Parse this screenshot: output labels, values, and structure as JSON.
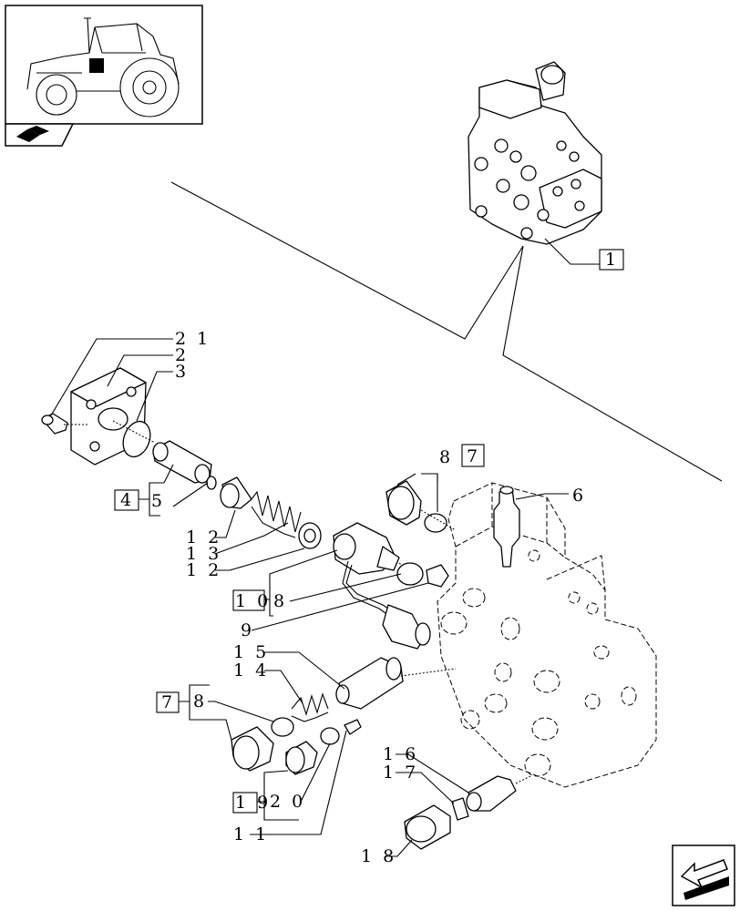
{
  "callouts": {
    "c1": "1",
    "c21": "2 1",
    "c2": "2",
    "c3": "3",
    "c4": "4",
    "c5": "5",
    "c12a": "1 2",
    "c13": "1 3",
    "c12b": "1 2",
    "c8top": "8",
    "c7top": "7",
    "c6": "6",
    "c10": "1 0",
    "c8mid": "8",
    "c9": "9",
    "c15": "1 5",
    "c14": "1 4",
    "c7bot": "7",
    "c8bot": "8",
    "c19": "1 9",
    "c20": "2 0",
    "c11": "1 1",
    "c16": "1 6",
    "c17": "1 7",
    "c18": "1 8"
  },
  "icons": {
    "thumbnail": "tractor-thumbnail-icon",
    "navigation": "next-page-arrow-icon",
    "book": "book-icon"
  }
}
